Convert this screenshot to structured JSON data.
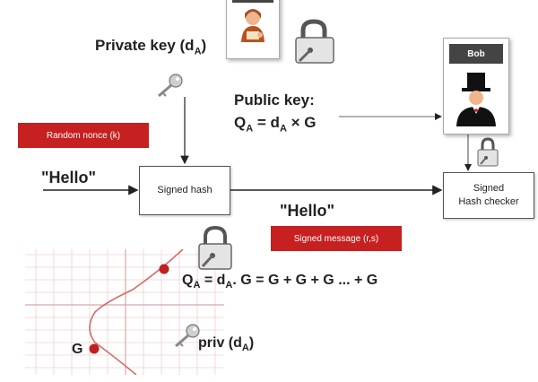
{
  "labels": {
    "private_key": "Private key (d",
    "private_key_sub": "A",
    "public_key_title": "Public key:",
    "public_key_eq_q": "Q",
    "public_key_eq_sub1": "A",
    "public_key_eq_mid": " = d",
    "public_key_eq_sub2": "A",
    "public_key_eq_end": " × G",
    "random_nonce": "Random nonce (k)",
    "hello_left": "\"Hello\"",
    "signed_hash": "Signed hash",
    "hello_mid": "\"Hello\"",
    "signed_message": "Signed message (r,s)",
    "checker_line1": "Signed",
    "checker_line2": "Hash checker",
    "bob": "Bob",
    "curve_eq_q": "Q",
    "curve_eq_sub1": "A",
    "curve_eq_mid": " = d",
    "curve_eq_sub2": "A",
    "curve_eq_end": ". G = G + G + G ... + G",
    "g_point": "G",
    "priv": "priv (d",
    "priv_sub": "A"
  },
  "colors": {
    "red": "#c62020",
    "curve": "#d66a6a",
    "point": "#c21f1f",
    "grid": "#e8c4c4"
  }
}
